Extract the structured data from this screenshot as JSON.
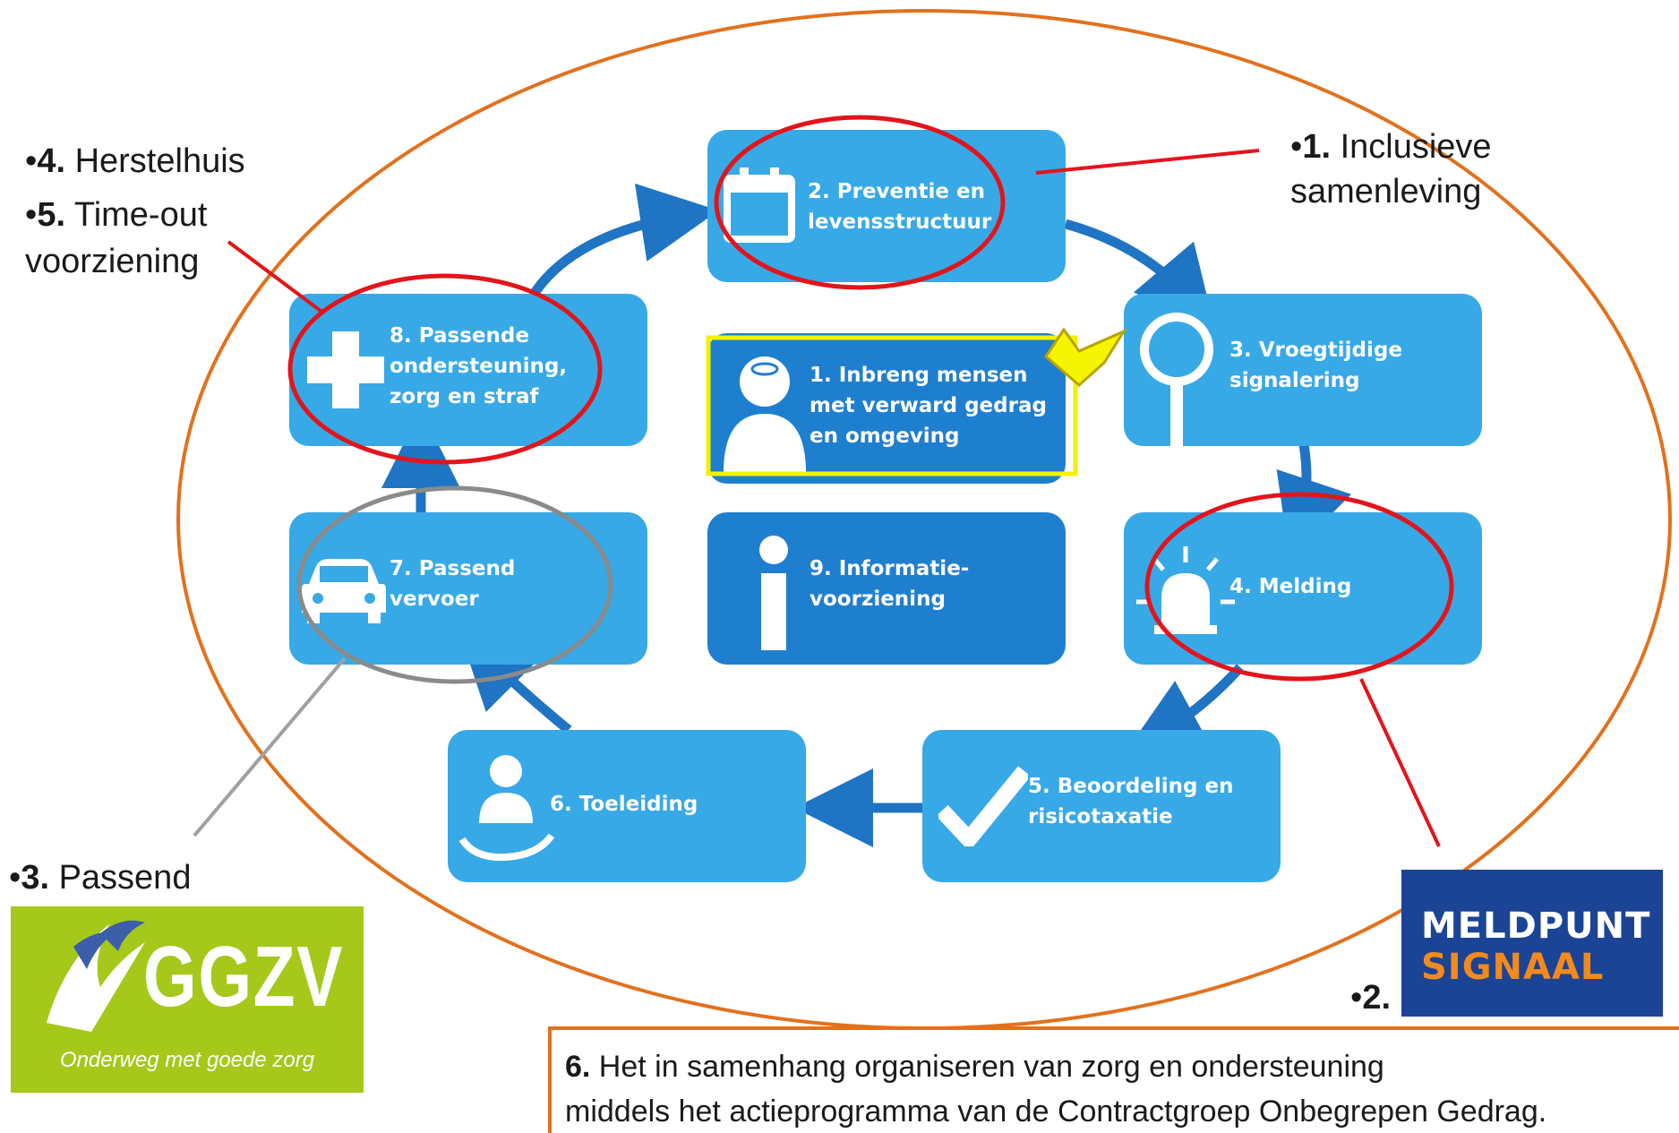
{
  "cards": {
    "c1": {
      "label": "1. Inbreng mensen\n    met verward gedrag\n    en omgeving"
    },
    "c2": {
      "label": "2. Preventie en\n    levensstructuur"
    },
    "c3": {
      "label": "3. Vroegtijdige\n    signalering"
    },
    "c4": {
      "label": "4. Melding"
    },
    "c5": {
      "label": "5. Beoordeling en\n    risicotaxatie"
    },
    "c6": {
      "label": "6. Toeleiding"
    },
    "c7": {
      "label": "7. Passend\n    vervoer"
    },
    "c8": {
      "label": "8. Passende\n    ondersteuning,\n    zorg en straf"
    },
    "c9": {
      "label": "9. Informatie-\n    voorziening"
    }
  },
  "notes": {
    "n1": {
      "num": "1.",
      "text": " Inclusieve",
      "line2": "samenleving"
    },
    "n4": {
      "num": "4.",
      "text": " Herstelhuis"
    },
    "n5": {
      "num": "5.",
      "text": " Time-out",
      "line2": "voorziening"
    },
    "n3": {
      "num": "3.",
      "text": " Passend"
    },
    "n2": {
      "num": "2."
    }
  },
  "bullet": "•",
  "logos": {
    "ggzv": {
      "name": "GGZV",
      "tagline": "Onderweg met goede zorg"
    },
    "meldpunt": {
      "line1": "MELDPUNT",
      "line2": "SIGNAAL"
    }
  },
  "bottom": {
    "num": "6.",
    "line1": " Het in samenhang organiseren van zorg en ondersteuning",
    "line2": "middels het actieprogramma van de Contractgroep Onbegrepen Gedrag."
  },
  "colors": {
    "card_light": "#37a9e6",
    "card_dark": "#1f7fcf",
    "arrow": "#1f74c4",
    "ellipse_outer": "#e2711d",
    "highlight_red": "#e3141b",
    "highlight_gray": "#8a8a8a",
    "highlight_yellow": "#f2f200",
    "ggzv_green": "#a5c81a",
    "meldpunt_blue": "#1b4496",
    "meldpunt_orange": "#f28a1d"
  }
}
